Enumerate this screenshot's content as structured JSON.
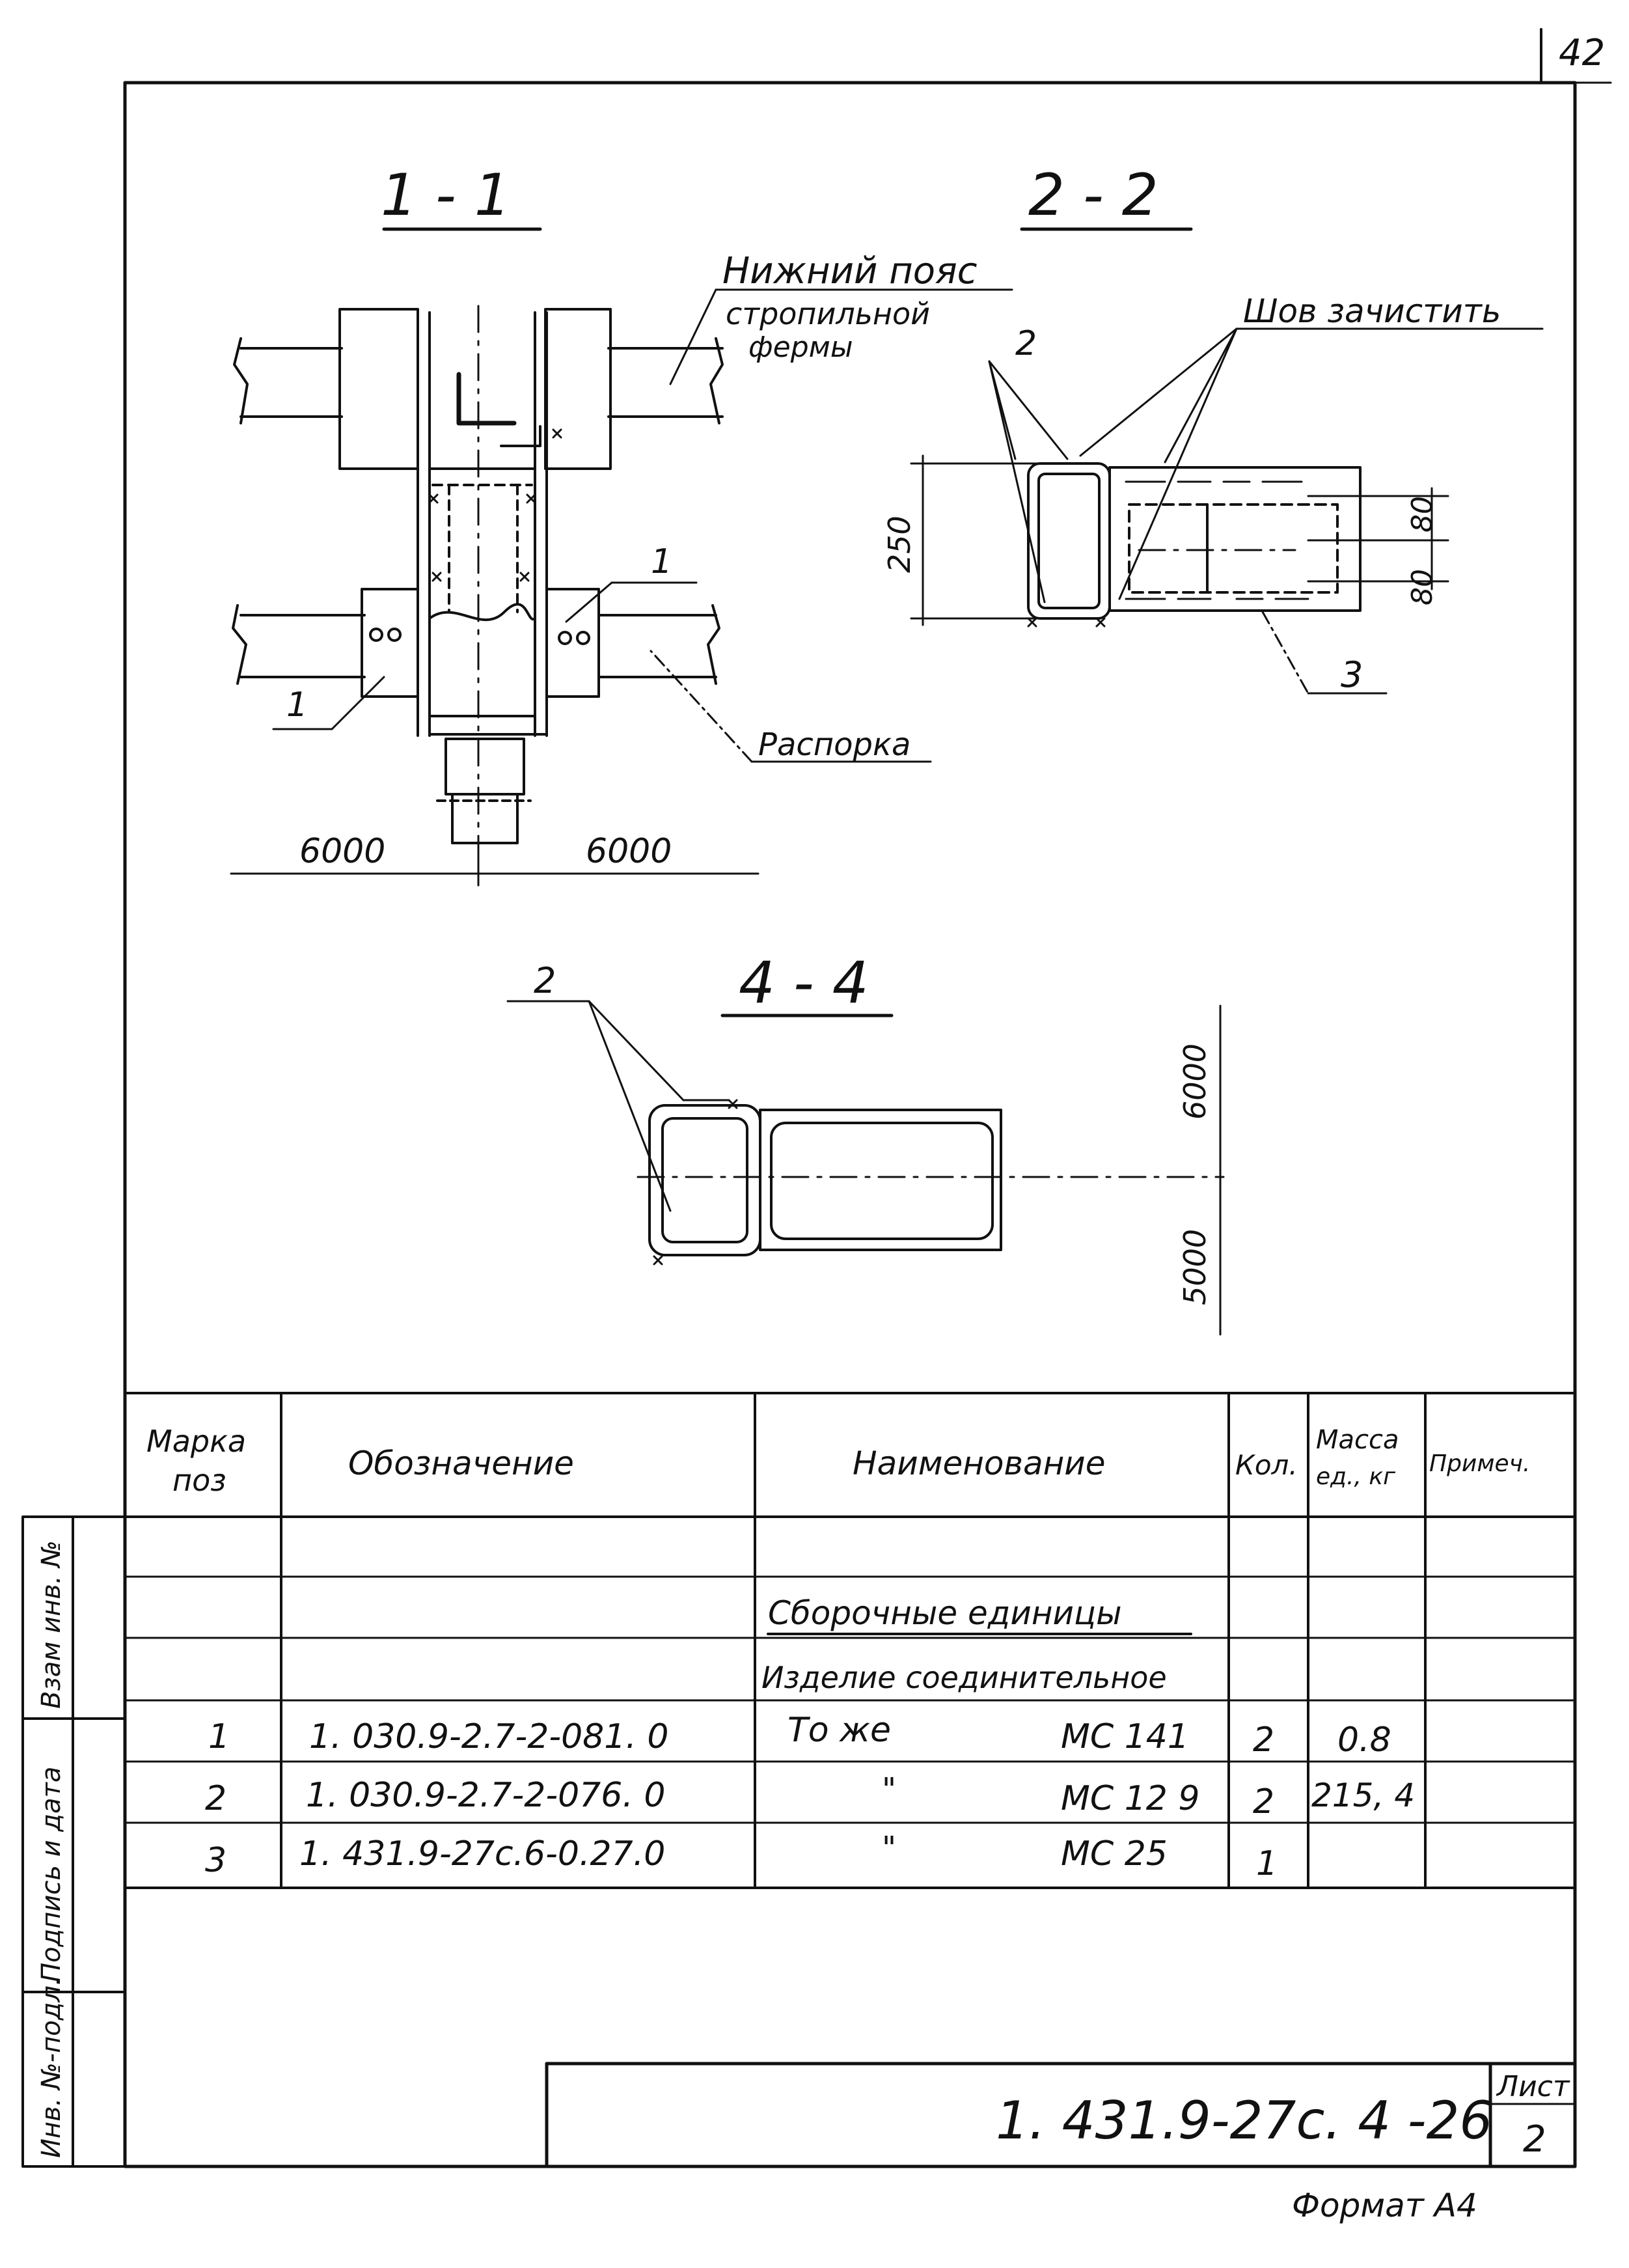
{
  "sheet_number": "42",
  "format": "Формат А4",
  "sections": {
    "s11": "1 - 1",
    "s22": "2 - 2",
    "s44": "4 - 4"
  },
  "labels": {
    "lower_chord_line1": "Нижний пояс",
    "lower_chord_line2": "стропильной",
    "lower_chord_line3": "фермы",
    "clean_weld": "Шов зачистить",
    "strut": "Распорка",
    "callout_1": "1",
    "callout_2": "2",
    "callout_3": "3"
  },
  "dimensions": {
    "span_left": "6000",
    "span_right": "6000",
    "d250": "250",
    "d80a": "80",
    "d80b": "80",
    "v6000": "6000",
    "v5000": "5000"
  },
  "spec_table": {
    "headers": {
      "mark": [
        "Марка",
        "поз"
      ],
      "designation": "Обозначение",
      "name": "Наименование",
      "qty": "Кол.",
      "mass": [
        "Масса",
        "ед., кг"
      ],
      "note": "Примеч."
    },
    "section_title": "Сборочные единицы",
    "subsection_title": "Изделие соединительное",
    "rows": [
      {
        "mark": "1",
        "designation": "1. 030.9-2.7-2-081. 0",
        "name": "То же",
        "code": "МС 141",
        "qty": "2",
        "mass": "0.8",
        "note": ""
      },
      {
        "mark": "2",
        "designation": "1. 030.9-2.7-2-076. 0",
        "name": "\"",
        "code": "МС 12 9",
        "qty": "2",
        "mass": "215, 4",
        "note": ""
      },
      {
        "mark": "3",
        "designation": "1. 431.9-27с.6-0.27.0",
        "name": "\"",
        "code": "МС 25",
        "qty": "1",
        "mass": "",
        "note": ""
      }
    ]
  },
  "side_stamp": {
    "inv_podl": "Инв. №-подл.",
    "podpis": "Подпись и дата",
    "vzam": "Взам инв. №"
  },
  "title_block": {
    "code": "1. 431.9-27с.  4 -26",
    "sheet_label": "Лист",
    "sheet_value": "2"
  }
}
